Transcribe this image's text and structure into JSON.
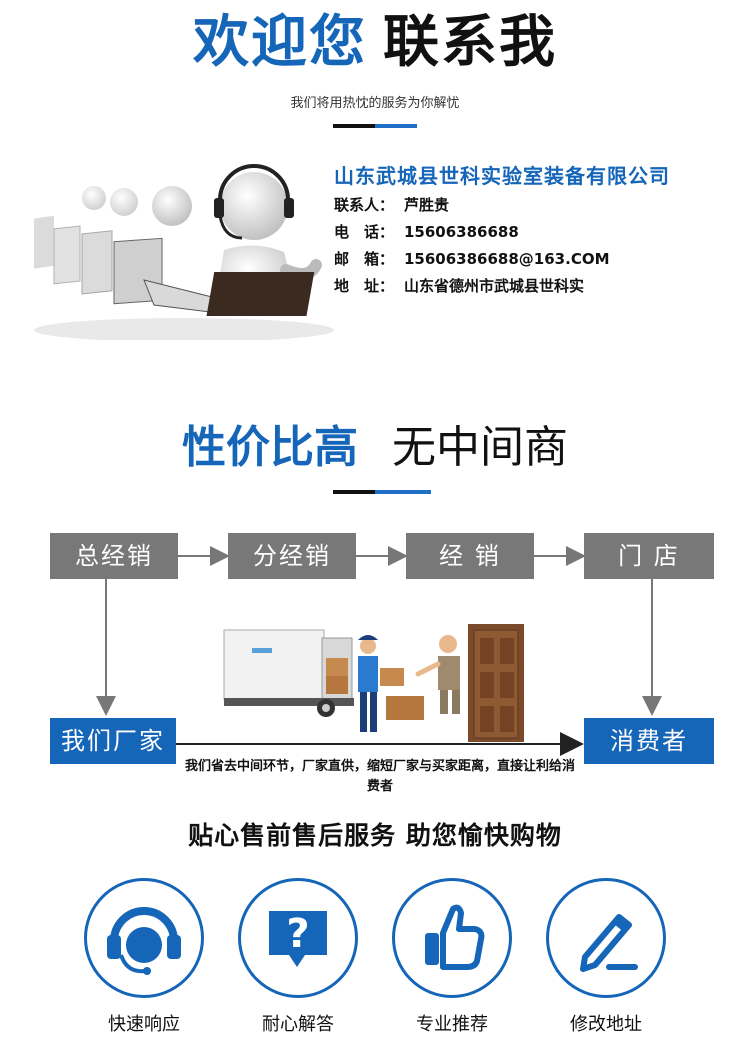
{
  "welcome": {
    "title_blue": "欢迎您",
    "title_dark": "联系我",
    "subtitle": "我们将用热忱的服务为你解忧"
  },
  "company": {
    "name": "山东武城县世科实验室装备有限公司",
    "contacts": [
      {
        "label": "联系人：",
        "value": "芦胜贵"
      },
      {
        "label": "电　话：",
        "value": "15606386688"
      },
      {
        "label": "邮　箱：",
        "value": "15606386688@163.COM"
      },
      {
        "label": "地　址：",
        "value": "山东省德州市武城县世科实"
      }
    ]
  },
  "value": {
    "title_blue": "性价比高",
    "title_dark": "无中间商"
  },
  "flow": {
    "steps": [
      "总经销",
      "分经销",
      "经 销",
      "门 店"
    ],
    "factory": "我们厂家",
    "consumer": "消费者",
    "note": "我们省去中间环节，厂家直供，缩短厂家与买家距离，直接让利给消费者"
  },
  "services": {
    "title": "贴心售前售后服务 助您愉快购物",
    "items": [
      {
        "label": "快速响应",
        "icon": "headset-icon"
      },
      {
        "label": "耐心解答",
        "icon": "question-bubble-icon"
      },
      {
        "label": "专业推荐",
        "icon": "thumbs-up-icon"
      },
      {
        "label": "修改地址",
        "icon": "edit-pen-icon"
      }
    ]
  },
  "colors": {
    "brand_blue": "#1565b8",
    "box_gray": "#787878"
  }
}
